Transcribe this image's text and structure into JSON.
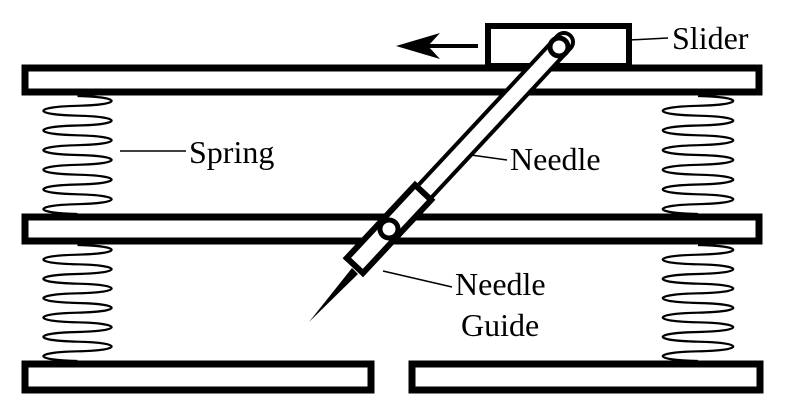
{
  "labels": {
    "slider": "Slider",
    "spring": "Spring",
    "needle": "Needle",
    "needle_guide_line1": "Needle",
    "needle_guide_line2": "Guide"
  },
  "colors": {
    "stroke": "#000000",
    "background": "#ffffff"
  },
  "components": {
    "plates": [
      "top-plate",
      "middle-plate",
      "bottom-plate-left",
      "bottom-plate-right"
    ],
    "springs": [
      "spring-upper-left",
      "spring-upper-right",
      "spring-lower-left",
      "spring-lower-right"
    ],
    "arrow": "arrow-left-icon"
  }
}
